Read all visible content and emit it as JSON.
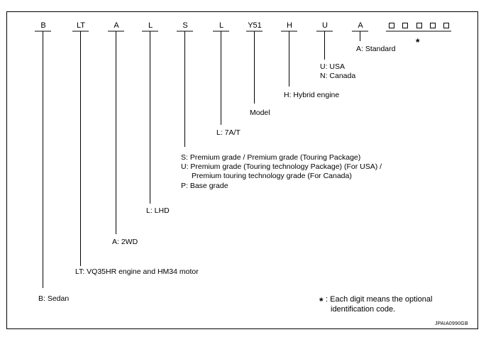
{
  "codes": [
    "B",
    "LT",
    "A",
    "L",
    "S",
    "L",
    "Y51",
    "H",
    "U",
    "A"
  ],
  "labels": {
    "sedan": "B: Sedan",
    "engine": "LT: VQ35HR engine and HM34 motor",
    "drive": "A: 2WD",
    "steering": "L: LHD",
    "grade_s": "S: Premium grade / Premium grade (Touring Package)",
    "grade_u1": "U: Premium grade (Touring technology Package) (For USA) /",
    "grade_u2": "Premium touring technology grade (For Canada)",
    "grade_p": "P: Base grade",
    "transmission": "L: 7A/T",
    "model": "Model",
    "hybrid": "H: Hybrid engine",
    "usa": "U: USA",
    "canada": "N: Canada",
    "standard": "A: Standard"
  },
  "footnote": {
    "symbol": "*",
    "line1": ": Each digit means the optional",
    "line2": "identification code."
  },
  "reference_code": "JPAIA0990GB"
}
